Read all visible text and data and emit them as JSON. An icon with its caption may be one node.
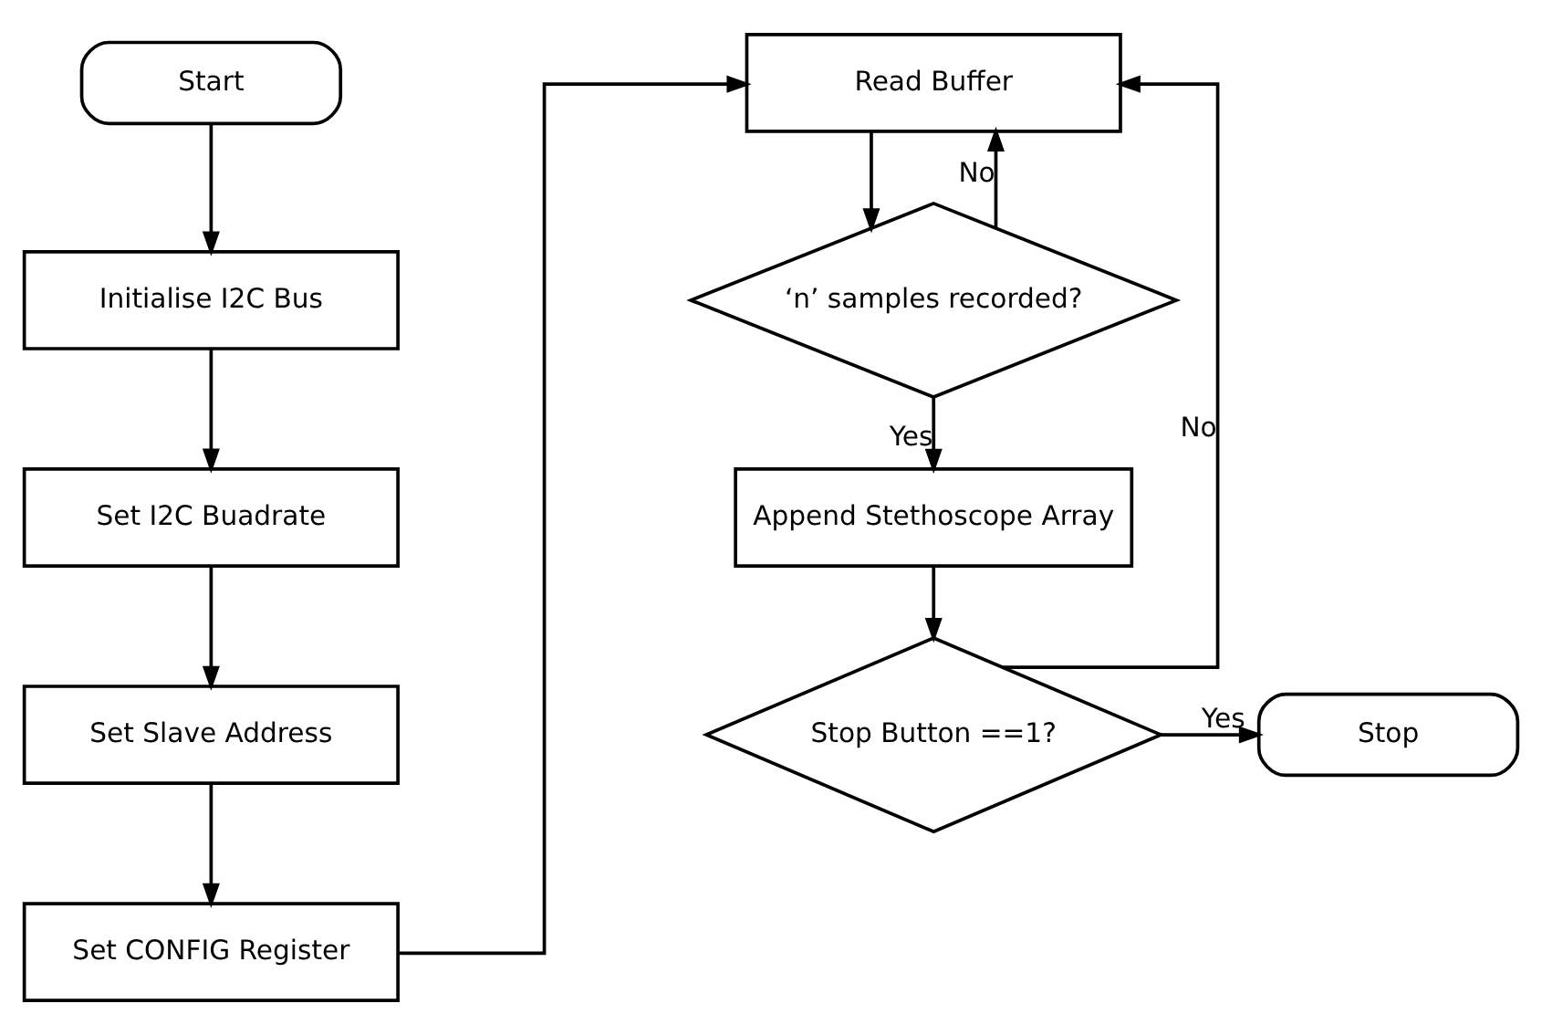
{
  "diagram": {
    "nodes": [
      {
        "text": [
          "Start"
        ]
      },
      {
        "text": [
          "Initialise I2C Bus"
        ]
      },
      {
        "text": [
          "Set I2C Buadrate"
        ]
      },
      {
        "text": [
          "Set Slave Address"
        ]
      },
      {
        "text": [
          "Set CONFIG Register"
        ]
      },
      {
        "text": [
          "Read Buffer"
        ]
      },
      {
        "text": [
          "‘n’ samples recorded?"
        ]
      },
      {
        "text": [
          "Append Stethoscope Array"
        ]
      },
      {
        "text": [
          "Stop Button ==1?"
        ]
      },
      {
        "text": [
          "Stop"
        ]
      }
    ],
    "edges": [
      {
        "from": 0,
        "to": 1,
        "arrow": "to"
      },
      {
        "from": 1,
        "to": 2,
        "arrow": "to"
      },
      {
        "from": 2,
        "to": 3,
        "arrow": "to"
      },
      {
        "from": 3,
        "to": 4,
        "arrow": "to"
      },
      {
        "from": 4,
        "to": 5,
        "arrow": "to"
      },
      {
        "from": 5,
        "to": 6,
        "arrow": "to"
      },
      {
        "from": 6,
        "to": 5,
        "label": "No",
        "arrow": "to"
      },
      {
        "from": 6,
        "to": 7,
        "label": "Yes",
        "arrow": "to"
      },
      {
        "from": 7,
        "to": 8,
        "arrow": "to"
      },
      {
        "from": 8,
        "to": 5,
        "label": "No",
        "arrow": "to"
      },
      {
        "from": 8,
        "to": 9,
        "label": "Yes",
        "arrow": "to"
      }
    ]
  }
}
